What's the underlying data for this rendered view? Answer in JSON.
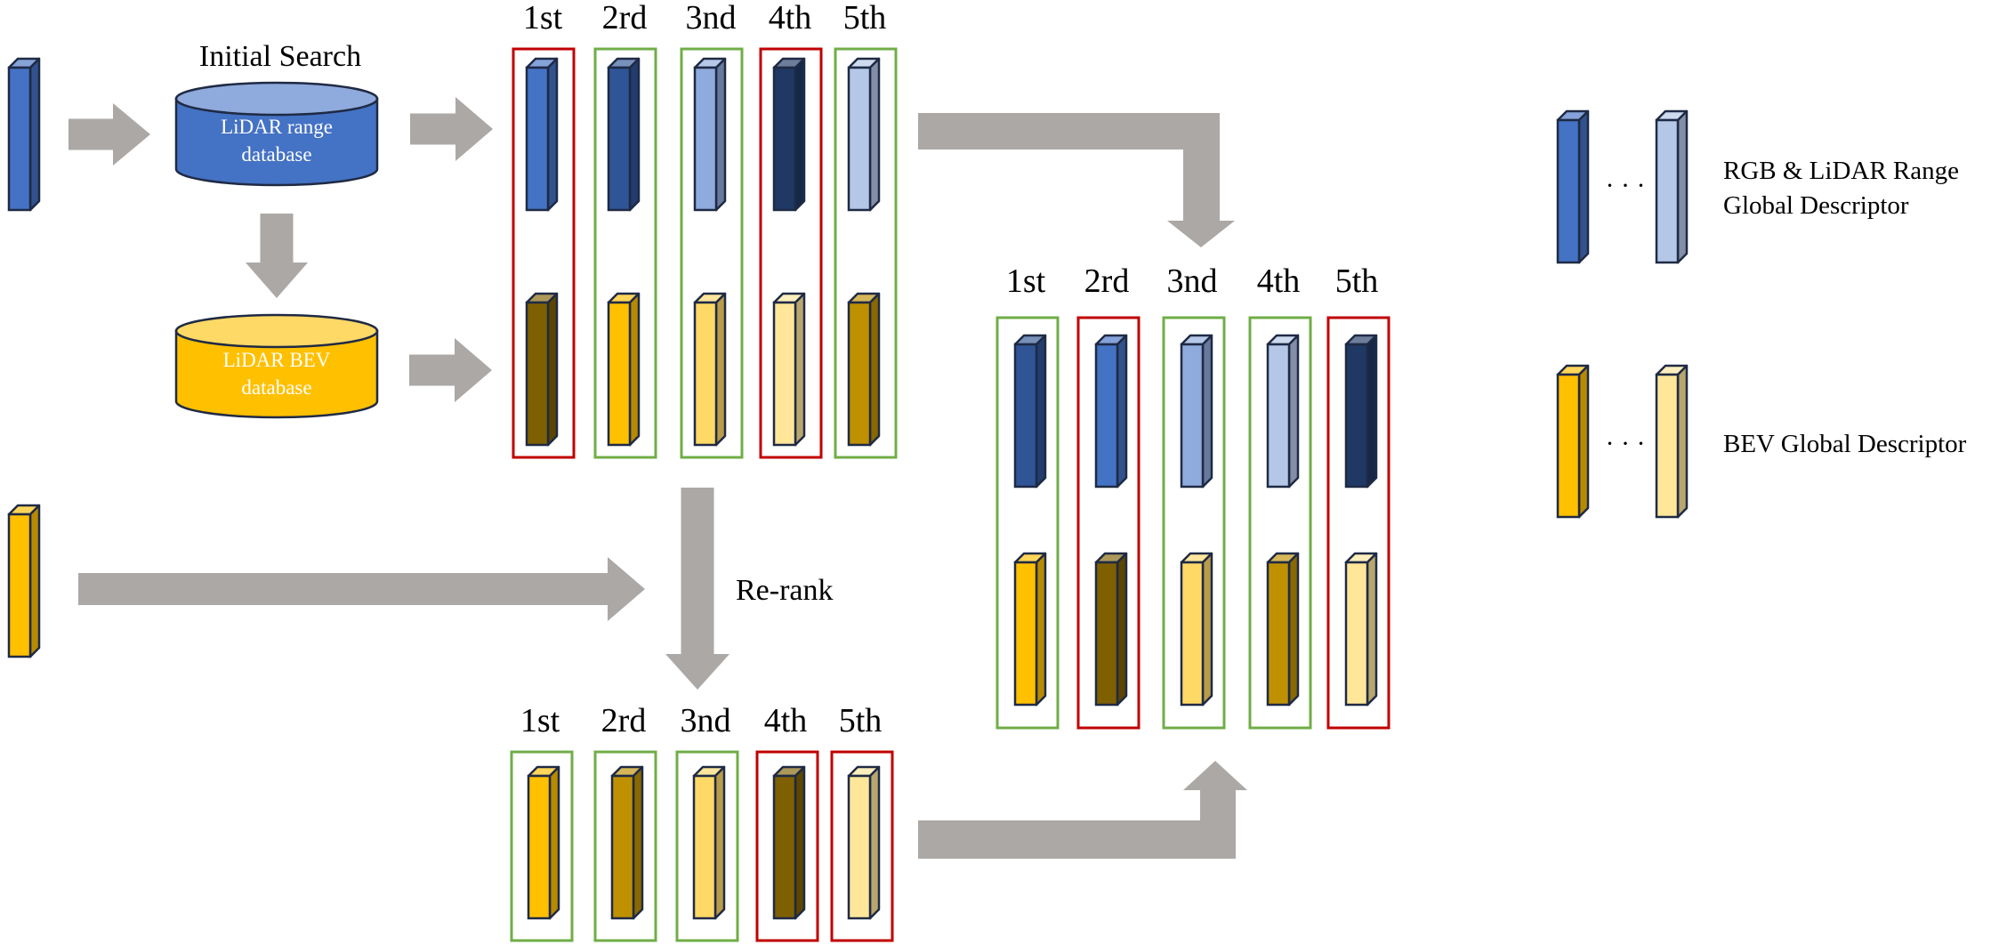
{
  "colors": {
    "arrow": "#aba8a6",
    "outline": "#1f2a44",
    "box_green": "#70ad47",
    "box_red": "#c00000",
    "db_blue": "#4472c4",
    "db_blue_top": "#8faadc",
    "db_yellow": "#ffc000",
    "db_yellow_top": "#ffd966",
    "b1": "#4472c4",
    "b2": "#2f5597",
    "b3": "#8faadc",
    "b4": "#1f3864",
    "b5": "#b4c7e7",
    "y1": "#ffc000",
    "y2": "#bf9000",
    "y3": "#ffd966",
    "y4": "#7f6000",
    "y5": "#ffe699"
  },
  "top_section": {
    "title": "Initial Search",
    "range_db": {
      "line1": "LiDAR range",
      "line2": "database"
    },
    "bev_db": {
      "line1": "LiDAR BEV",
      "line2": "database"
    },
    "ranks": [
      "1st",
      "2rd",
      "3nd",
      "4th",
      "5th"
    ],
    "range_colors": [
      "b1",
      "b2",
      "b3",
      "b4",
      "b5"
    ],
    "bev_colors": [
      "y4",
      "y1",
      "y3",
      "y5",
      "y2"
    ],
    "box_status": [
      "red",
      "green",
      "green",
      "red",
      "green"
    ]
  },
  "rerank": {
    "label": "Re-rank",
    "ranks": [
      "1st",
      "2rd",
      "3nd",
      "4th",
      "5th"
    ],
    "bev_colors": [
      "y1",
      "y2",
      "y3",
      "y4",
      "y5"
    ],
    "box_status": [
      "green",
      "green",
      "green",
      "red",
      "red"
    ]
  },
  "final": {
    "ranks": [
      "1st",
      "2rd",
      "3nd",
      "4th",
      "5th"
    ],
    "range_colors": [
      "b2",
      "b1",
      "b3",
      "b5",
      "b4"
    ],
    "bev_colors": [
      "y1",
      "y4",
      "y3",
      "y2",
      "y5"
    ],
    "box_status": [
      "green",
      "red",
      "green",
      "green",
      "red"
    ]
  },
  "legend": {
    "ellipsis": "· · ·",
    "rgb_line1": "RGB & LiDAR Range",
    "rgb_line2": "Global Descriptor",
    "bev_label": "BEV Global Descriptor"
  }
}
